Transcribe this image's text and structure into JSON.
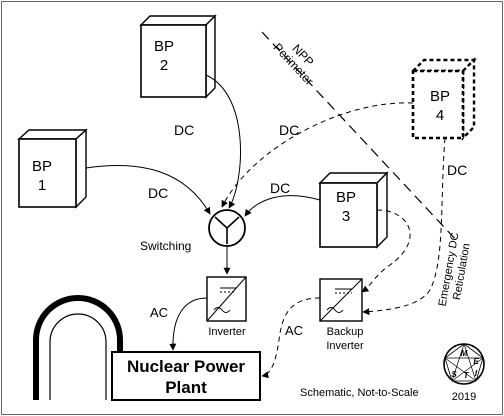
{
  "blocks": {
    "bp1": "BP\n1",
    "bp2": "BP\n2",
    "bp3": "BP\n3",
    "bp4": "BP\n4"
  },
  "labels": {
    "dc_bp2": "DC",
    "dc_bp1": "DC",
    "dc_bp3": "DC",
    "dc_bp4": "DC",
    "dc_right": "DC",
    "ac_left": "AC",
    "ac_right": "AC",
    "switching": "Switching",
    "inverter": "Inverter",
    "backup_inverter": "Backup\nInverter",
    "perimeter": "NPP\nPerimeter",
    "reticulation": "Emergency DC\nReticulation",
    "plant_title": "Nuclear Power\nPlant",
    "caption": "Schematic, Not-to-Scale",
    "year": "2019"
  },
  "logo": {
    "letters": [
      "M",
      "E",
      "S",
      "T",
      "I"
    ]
  }
}
